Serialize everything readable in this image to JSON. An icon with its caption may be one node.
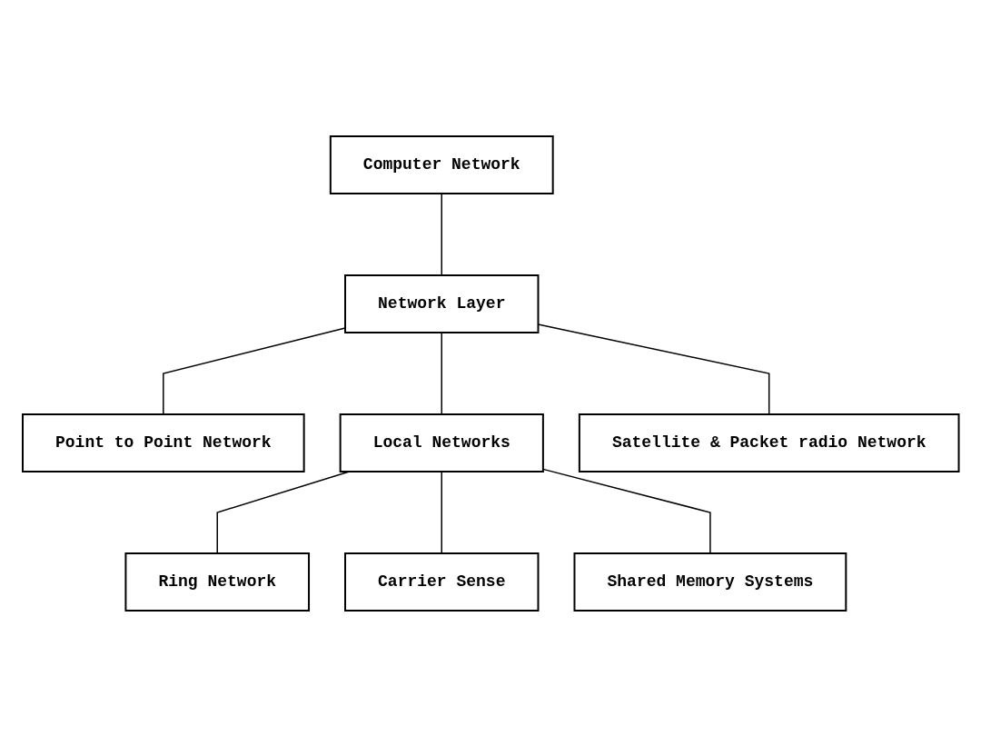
{
  "diagram": {
    "nodes": [
      {
        "text": [
          "Computer Network"
        ]
      },
      {
        "text": [
          "Network Layer"
        ]
      },
      {
        "text": [
          "Point to Point Network"
        ]
      },
      {
        "text": [
          "Local Networks"
        ]
      },
      {
        "text": [
          "Satellite & Packet radio Network"
        ]
      },
      {
        "text": [
          "Ring Network"
        ]
      },
      {
        "text": [
          "Carrier Sense"
        ]
      },
      {
        "text": [
          "Shared Memory Systems"
        ]
      }
    ],
    "edges": [
      {
        "from": 0,
        "to": 1,
        "arrow": "none"
      },
      {
        "from": 1,
        "to": 2,
        "arrow": "none"
      },
      {
        "from": 1,
        "to": 3,
        "arrow": "none"
      },
      {
        "from": 1,
        "to": 4,
        "arrow": "none"
      },
      {
        "from": 3,
        "to": 5,
        "arrow": "none"
      },
      {
        "from": 3,
        "to": 6,
        "arrow": "none"
      },
      {
        "from": 3,
        "to": 7,
        "arrow": "none"
      }
    ]
  }
}
